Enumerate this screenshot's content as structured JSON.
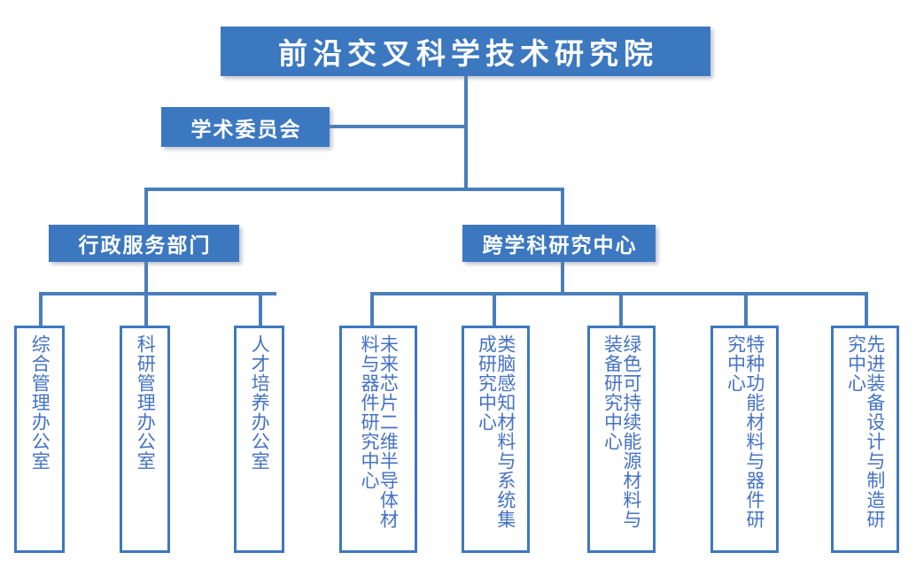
{
  "chart_title": "前沿交叉科学技术研究院",
  "colors": {
    "node_fill": "#3C78C0",
    "node_text": "#FFFFFF",
    "leaf_border": "#3C78C0",
    "leaf_text": "#4472C4",
    "connector": "#4A7EBB",
    "background": "#FFFFFF"
  },
  "root": {
    "label": "前沿交叉科学技术研究院"
  },
  "committee": {
    "label": "学术委员会"
  },
  "branches": [
    {
      "label": "行政服务部门",
      "children": [
        {
          "label": "综合管理办公室"
        },
        {
          "label": "科研管理办公室"
        },
        {
          "label": "人才培养办公室"
        }
      ]
    },
    {
      "label": "跨学科研究中心",
      "children": [
        {
          "label": "未来芯片二维半导体材料与器件研究中心"
        },
        {
          "label": "类脑感知材料与系统集成研究中心"
        },
        {
          "label": "绿色可持续能源材料与装备研究中心"
        },
        {
          "label": "特种功能材料与器件研究中心"
        },
        {
          "label": "先进装备设计与制造研究中心"
        }
      ]
    }
  ]
}
